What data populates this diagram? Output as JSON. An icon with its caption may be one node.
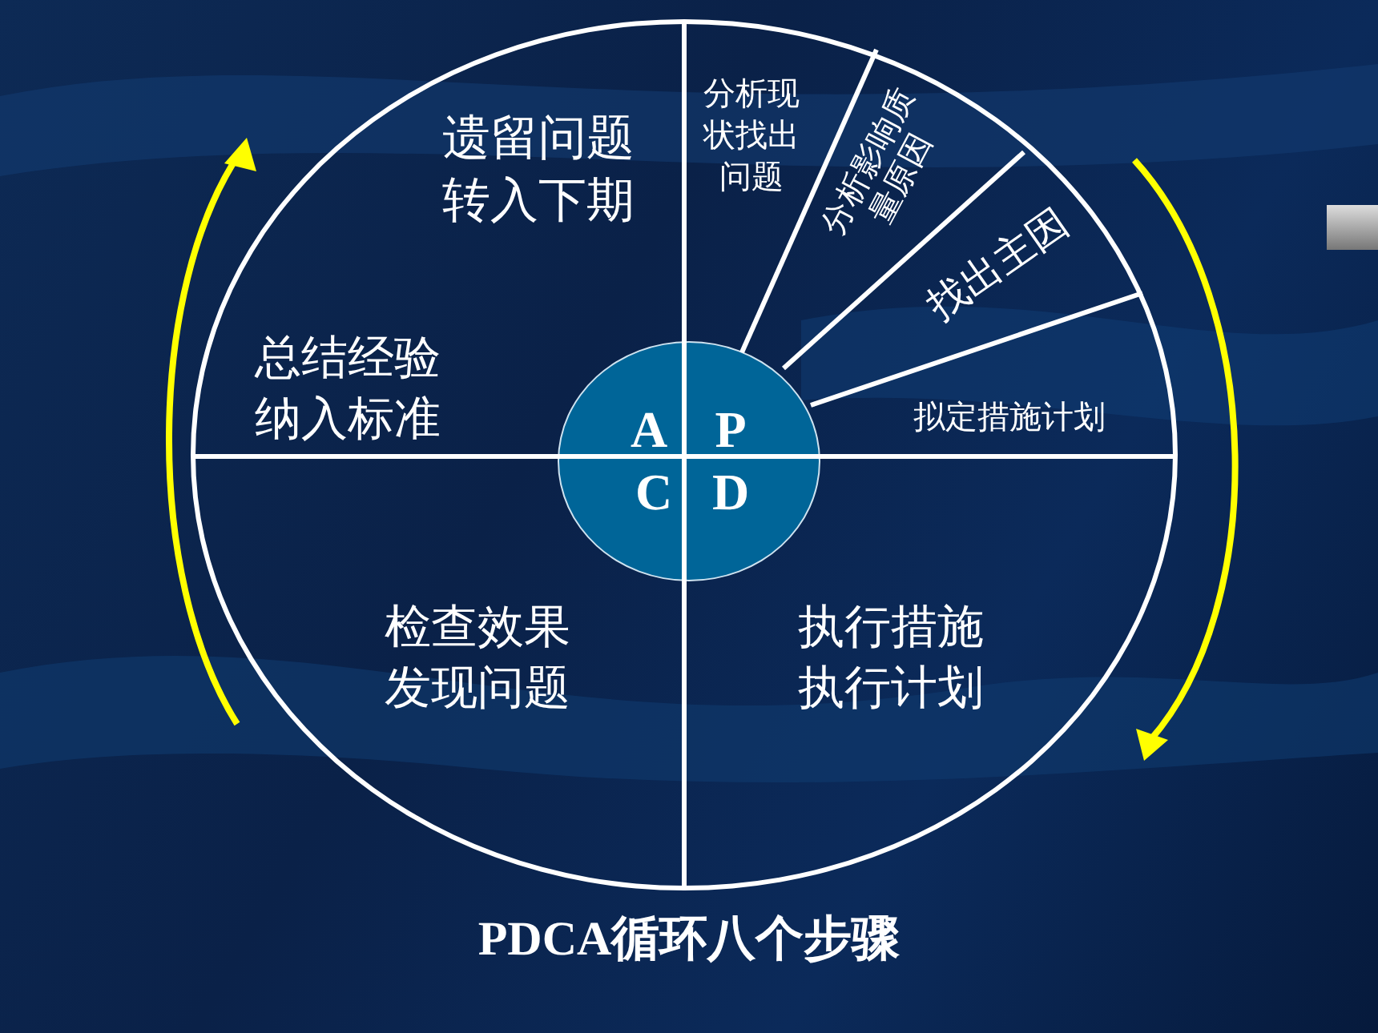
{
  "diagram": {
    "caption": "PDCA循环八个步骤",
    "nodes": [
      {
        "text": [],
        "shape": "circle"
      },
      {
        "text": [
          "遗留问题转入下期"
        ],
        "in": 0
      },
      {
        "text": [
          "分析现状找出问题"
        ],
        "in": 0
      },
      {
        "text": [
          "分析影响质量原因"
        ],
        "in": 0
      },
      {
        "text": [
          "找出主因"
        ],
        "in": 0
      },
      {
        "text": [
          "总结经验纳入标准"
        ],
        "in": 0
      },
      {
        "text": [
          "A",
          "P",
          "C",
          "D"
        ],
        "in": 0
      },
      {
        "text": [
          "拟定措施计划"
        ],
        "in": 0
      },
      {
        "text": [
          "检查效果发现问题"
        ],
        "in": 0
      },
      {
        "text": [
          "执行措施执行计划"
        ],
        "in": 0
      }
    ]
  }
}
